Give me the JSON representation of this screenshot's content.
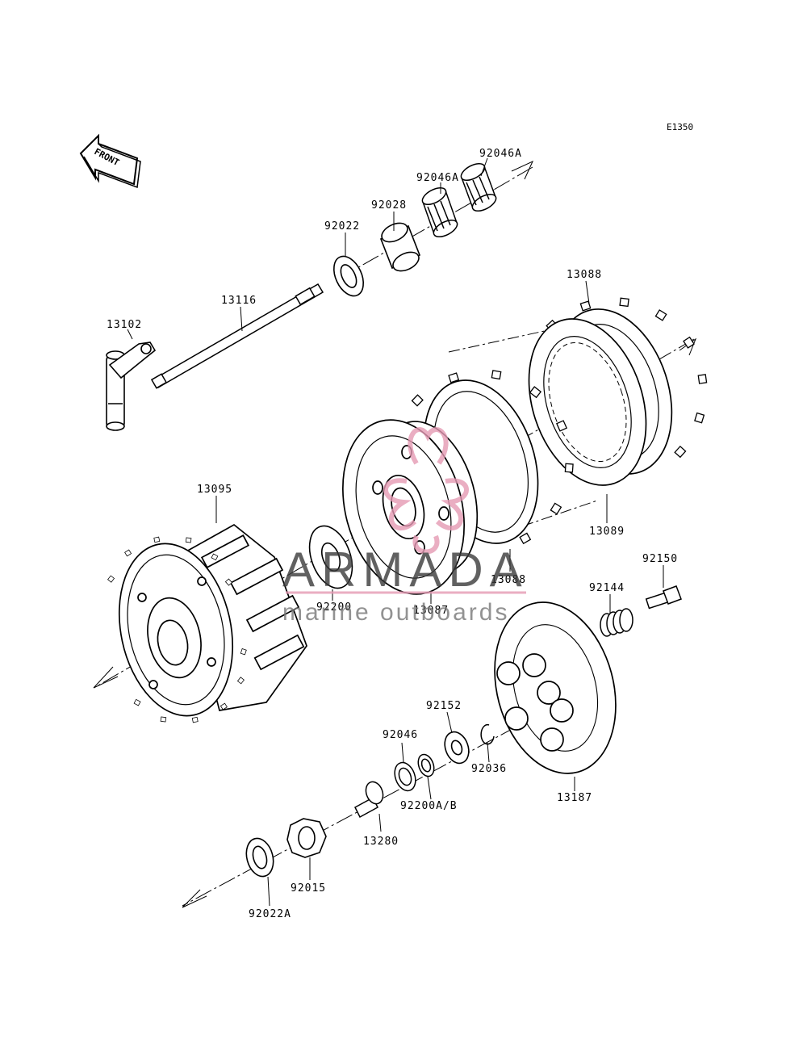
{
  "diagram_code": "E1350",
  "front_label": "FRONT",
  "watermark": {
    "brand": "ARMADA",
    "tagline": "marine outboards",
    "accent_color": "#e59ab4",
    "text_color": "#3a3a3a"
  },
  "parts": {
    "p92046A_top": "92046A",
    "p92046A_mid": "92046A",
    "p92028": "92028",
    "p92022": "92022",
    "p13088_top": "13088",
    "p13116": "13116",
    "p13102": "13102",
    "p13095": "13095",
    "p13089": "13089",
    "p92150": "92150",
    "p13088_bot": "13088",
    "p92144": "92144",
    "p92200": "92200",
    "p13087": "13087",
    "p92152": "92152",
    "p92046": "92046",
    "p92036": "92036",
    "p13187": "13187",
    "p92200AB": "92200A/B",
    "p13280": "13280",
    "p92015": "92015",
    "p92022A": "92022A"
  }
}
